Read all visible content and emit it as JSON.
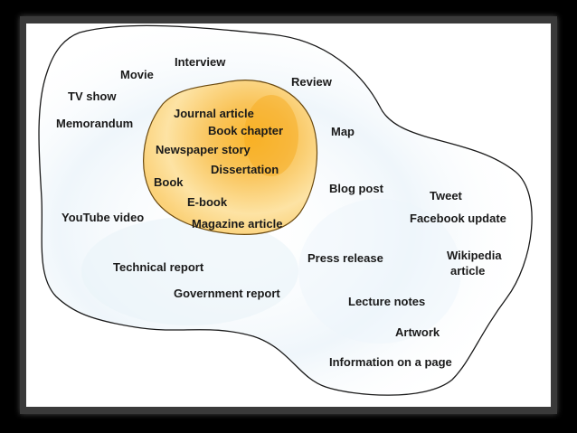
{
  "yolk_items": {
    "journal_article": "Journal article",
    "book_chapter": "Book chapter",
    "newspaper_story": "Newspaper story",
    "dissertation": "Dissertation",
    "book": "Book",
    "e_book": "E-book",
    "magazine_article": "Magazine article"
  },
  "white_items": {
    "interview": "Interview",
    "movie": "Movie",
    "tv_show": "TV show",
    "review": "Review",
    "memorandum": "Memorandum",
    "map": "Map",
    "blog_post": "Blog post",
    "tweet": "Tweet",
    "youtube_video": "YouTube video",
    "facebook_update": "Facebook update",
    "press_release": "Press release",
    "technical_report": "Technical report",
    "wikipedia_article_line1": "Wikipedia",
    "wikipedia_article_line2": "article",
    "government_report": "Government report",
    "lecture_notes": "Lecture notes",
    "artwork": "Artwork",
    "information_on_a_page": "Information on a page"
  },
  "colors": {
    "yolk_light": "#fde7b0",
    "yolk_mid": "#f9c45a",
    "yolk_dark": "#f0a020",
    "yolk_edge": "#6b4a10",
    "white_tint": "#e6f1f8",
    "outline": "#1a1a1a"
  }
}
